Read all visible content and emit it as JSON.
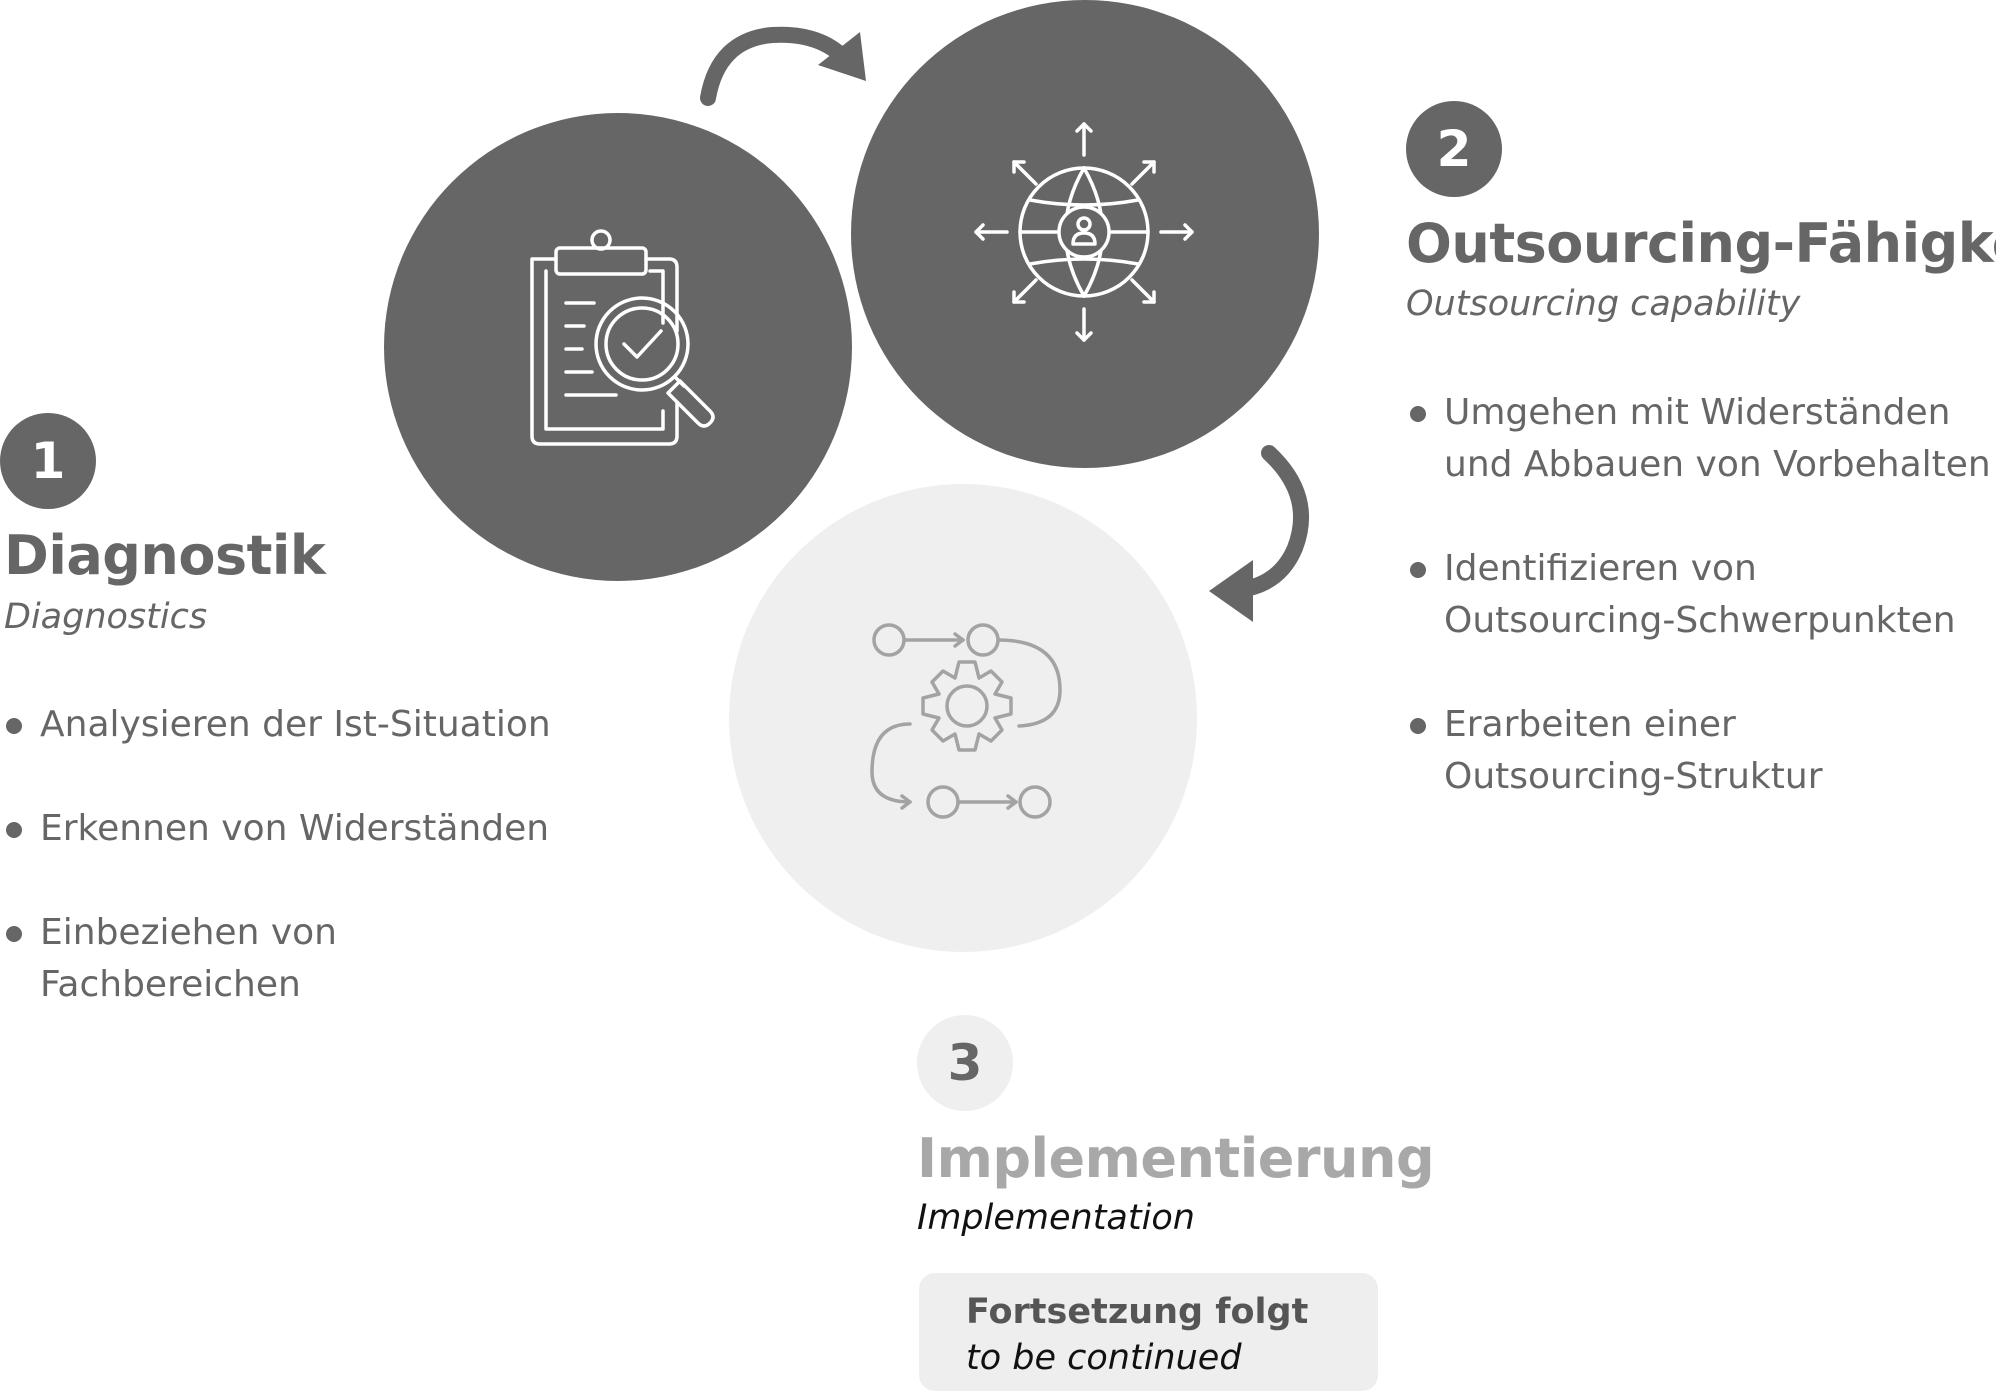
{
  "steps": [
    {
      "number": "1",
      "title": "Diagnostik",
      "subtitle": "Diagnostics",
      "bullets": [
        "Analysieren der Ist-Situation",
        "Erkennen von Widerständen",
        "Einbeziehen von\nFachbereichen"
      ],
      "icon": "clipboard-magnifier-icon"
    },
    {
      "number": "2",
      "title": "Outsourcing-Fähigkeit",
      "subtitle": "Outsourcing capability",
      "bullets": [
        "Umgehen mit Widerständen\nund Abbauen von Vorbehalten",
        "Identifizieren von\nOutsourcing-Schwerpunkten",
        "Erarbeiten einer\nOutsourcing-Struktur"
      ],
      "icon": "globe-network-icon"
    },
    {
      "number": "3",
      "title": "Implementierung",
      "subtitle": "Implementation",
      "icon": "gear-process-flow-icon"
    }
  ],
  "note": {
    "title": "Fortsetzung folgt",
    "subtitle": "to be continued"
  },
  "colors": {
    "dark": "#666666",
    "light": "#efefef",
    "faded_title": "#a8a8a8",
    "icon_on_light": "#a3a3a3"
  }
}
